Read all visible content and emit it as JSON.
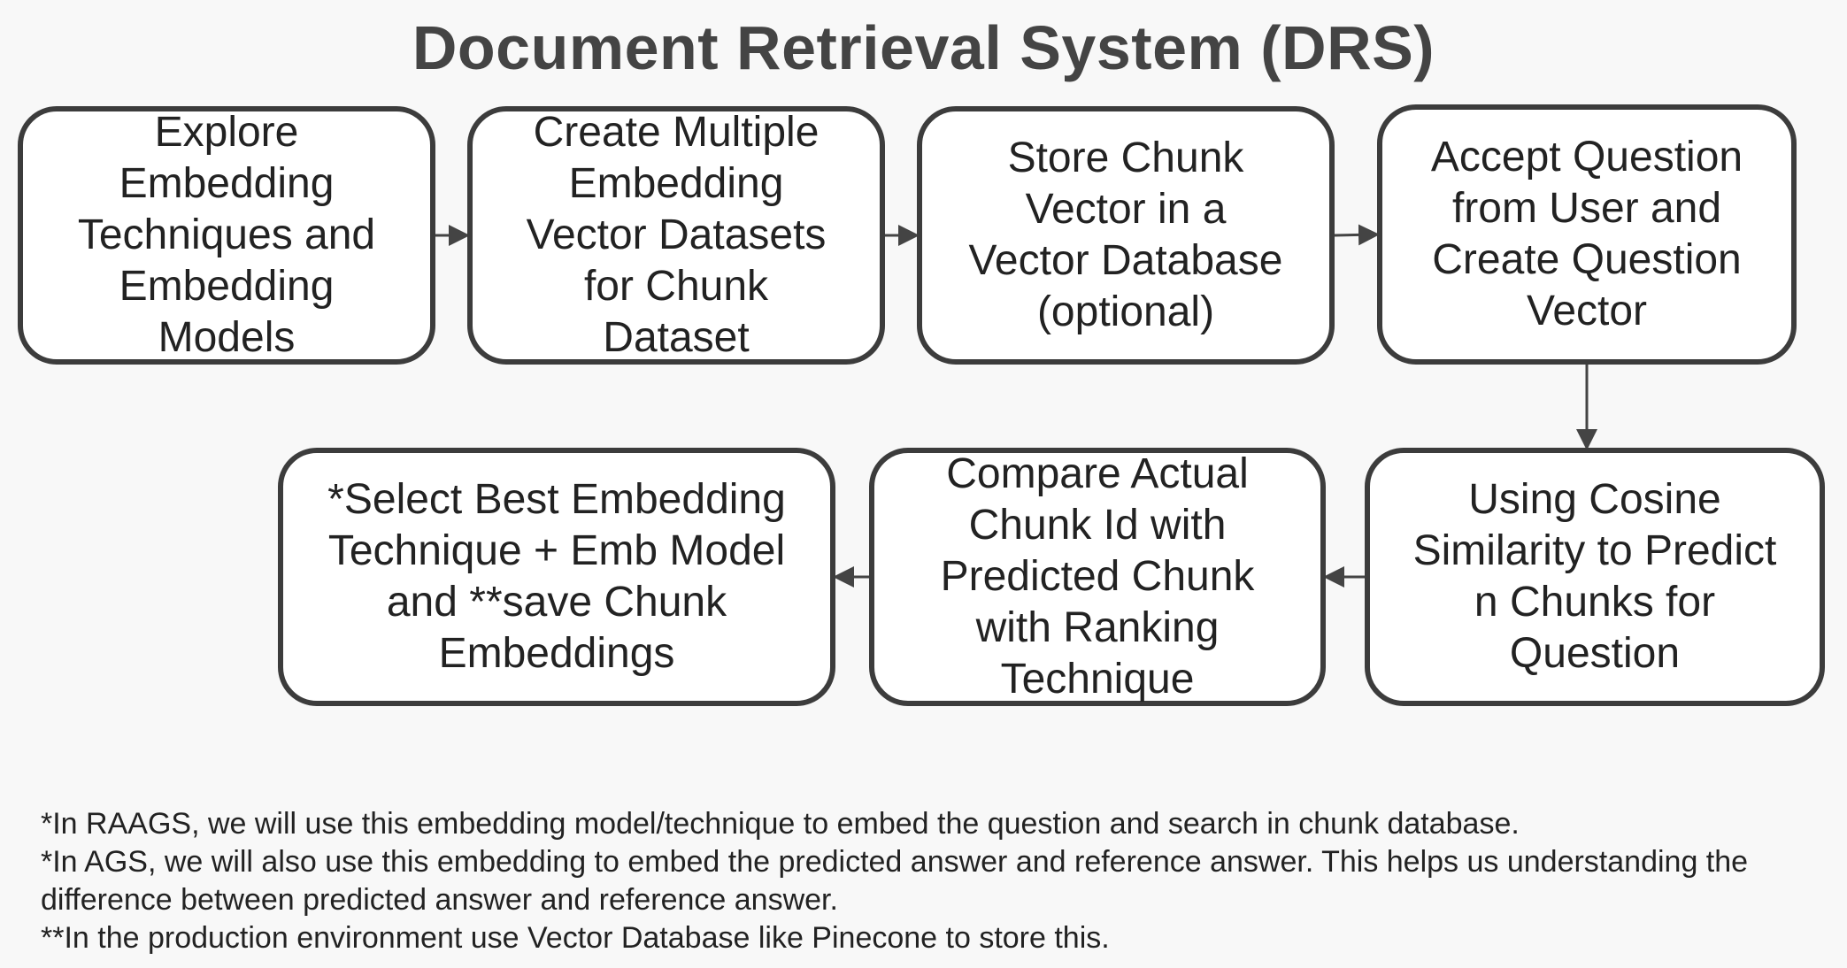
{
  "title": "Document Retrieval System (DRS)",
  "nodes": {
    "explore": "Explore\nEmbedding\nTechniques and\nEmbedding\nModels",
    "create": "Create Multiple\nEmbedding\nVector Datasets\nfor Chunk\nDataset",
    "store": "Store Chunk\nVector in a\nVector Database\n(optional)",
    "accept": "Accept Question\nfrom User and\nCreate Question\nVector",
    "cosine": "Using Cosine\nSimilarity to Predict\nn Chunks for\nQuestion",
    "compare": "Compare Actual\nChunk Id with\nPredicted Chunk\nwith Ranking\nTechnique",
    "select": "*Select Best Embedding\nTechnique + Emb Model\nand **save Chunk\nEmbeddings"
  },
  "edges": [
    {
      "from": "explore",
      "to": "create"
    },
    {
      "from": "create",
      "to": "store"
    },
    {
      "from": "store",
      "to": "accept"
    },
    {
      "from": "accept",
      "to": "cosine"
    },
    {
      "from": "cosine",
      "to": "compare"
    },
    {
      "from": "compare",
      "to": "select"
    }
  ],
  "colors": {
    "border": "#3c3c3c",
    "arrow": "#444444",
    "background": "#f8f8f8"
  },
  "notes": [
    "*In RAAGS, we will use this embedding model/technique to embed the question and search in chunk database.",
    "*In AGS, we will also use this embedding to embed the predicted answer and reference answer. This helps us understanding the difference between predicted answer and reference answer.",
    "**In the production environment use Vector Database like Pinecone to store this."
  ]
}
